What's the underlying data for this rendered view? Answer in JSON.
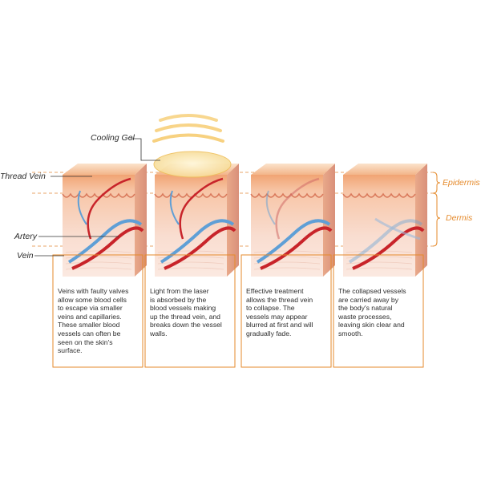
{
  "labels": {
    "cooling_gel": "Cooling Gel",
    "thread_vein": "Thread Vein",
    "artery": "Artery",
    "vein": "Vein",
    "epidermis": "Epidermis",
    "dermis": "Dermis"
  },
  "panels": [
    {
      "caption": "Veins with faulty valves\nallow some blood cells\nto escape via smaller\nveins and capillaries.\nThese smaller blood\nvessels can often be\nseen on the skin's\nsurface."
    },
    {
      "caption": "Light from the laser\nis absorbed by the\nblood vessels making\nup the thread vein, and\nbreaks down the vessel\nwalls."
    },
    {
      "caption": "Effective treatment\nallows the thread vein\nto collapse. The\nvessels may appear\nblurred at first and will\ngradually fade."
    },
    {
      "caption": "The collapsed vessels\nare carried away by\nthe body's natural\nwaste processes,\nleaving skin clear and\nsmooth."
    }
  ],
  "colors": {
    "accent": "#e58a2b",
    "skin_top": "#f6c9a3",
    "skin_body": "#f8dccb",
    "vein": "#5f9fd6",
    "artery": "#c8242a"
  }
}
